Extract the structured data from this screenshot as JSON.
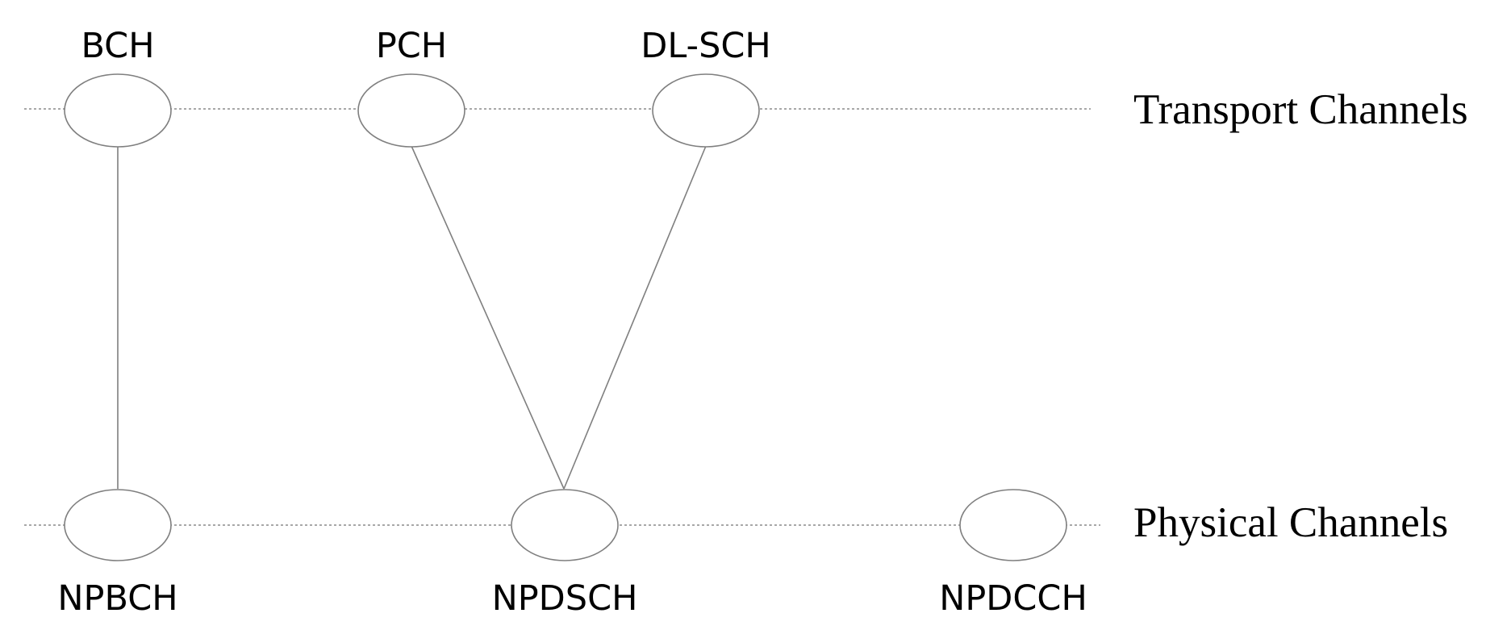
{
  "layers": {
    "transport": {
      "label": "Transport Channels"
    },
    "physical": {
      "label": "Physical Channels"
    }
  },
  "transport_channels": [
    {
      "id": "bch",
      "label": "BCH"
    },
    {
      "id": "pch",
      "label": "PCH"
    },
    {
      "id": "dlsch",
      "label": "DL-SCH"
    }
  ],
  "physical_channels": [
    {
      "id": "npbch",
      "label": "NPBCH"
    },
    {
      "id": "npdsch",
      "label": "NPDSCH"
    },
    {
      "id": "npdcch",
      "label": "NPDCCH"
    }
  ],
  "mappings": [
    {
      "from": "BCH",
      "to": "NPBCH"
    },
    {
      "from": "PCH",
      "to": "NPDSCH"
    },
    {
      "from": "DL-SCH",
      "to": "NPDSCH"
    }
  ]
}
